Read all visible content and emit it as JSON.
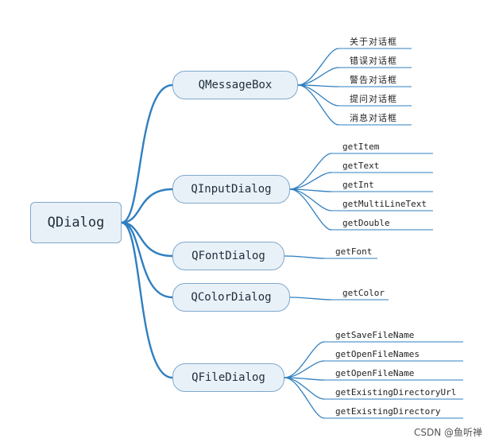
{
  "root": "QDialog",
  "branches": [
    {
      "label": "QMessageBox",
      "cjk": true,
      "leaves": [
        "关于对话框",
        "错误对话框",
        "警告对话框",
        "提问对话框",
        "消息对话框"
      ]
    },
    {
      "label": "QInputDialog",
      "cjk": false,
      "leaves": [
        "getItem",
        "getText",
        "getInt",
        "getMultiLineText",
        "getDouble"
      ]
    },
    {
      "label": "QFontDialog",
      "cjk": false,
      "leaves": [
        "getFont"
      ]
    },
    {
      "label": "QColorDialog",
      "cjk": false,
      "leaves": [
        "getColor"
      ]
    },
    {
      "label": "QFileDialog",
      "cjk": false,
      "leaves": [
        "getSaveFileName",
        "getOpenFileNames",
        "getOpenFileName",
        "getExistingDirectoryUrl",
        "getExistingDirectory"
      ]
    }
  ],
  "watermark": "CSDN @鱼听禅",
  "colors": {
    "line": "#2f7fc0",
    "node_fill": "#e9f1f8",
    "node_border": "#7fa8cc"
  }
}
